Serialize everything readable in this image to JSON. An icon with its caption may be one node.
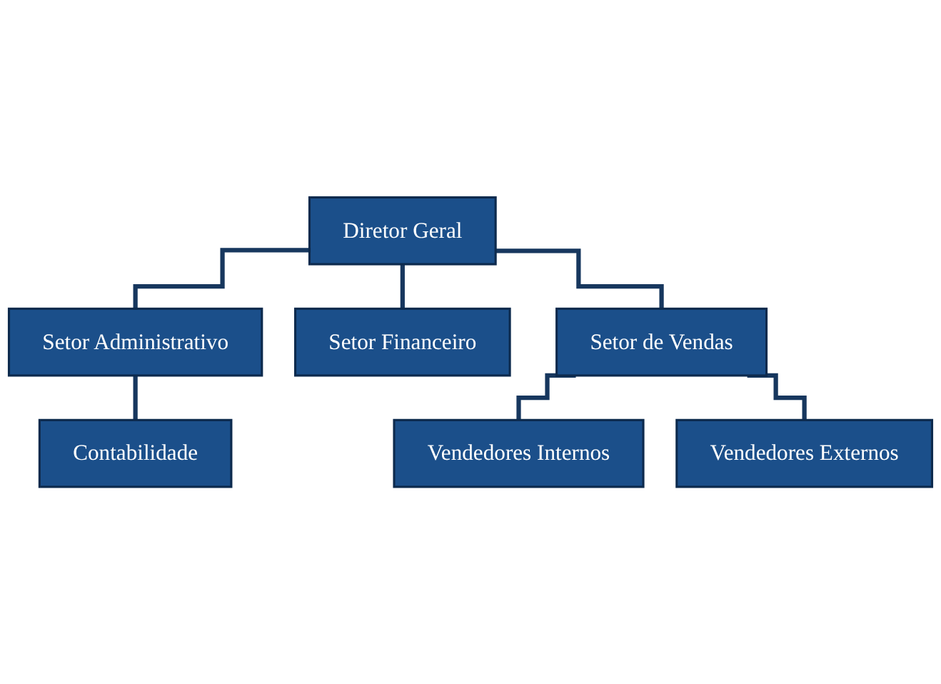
{
  "diagram": {
    "nodes": [
      {
        "text": [
          "Diretor Geral"
        ]
      },
      {
        "text": [
          "Setor Administrativo"
        ]
      },
      {
        "text": [
          "Setor Financeiro"
        ]
      },
      {
        "text": [
          "Setor de Vendas"
        ]
      },
      {
        "text": [
          "Contabilidade"
        ]
      },
      {
        "text": [
          "Vendedores Internos"
        ]
      },
      {
        "text": [
          "Vendedores Externos"
        ]
      }
    ],
    "edges": [
      {
        "from": 0,
        "to": 1,
        "arrow": "none"
      },
      {
        "from": 0,
        "to": 2,
        "arrow": "none"
      },
      {
        "from": 0,
        "to": 3,
        "arrow": "none"
      },
      {
        "from": 1,
        "to": 4,
        "arrow": "none"
      },
      {
        "from": 3,
        "to": 5,
        "arrow": "none"
      },
      {
        "from": 3,
        "to": 6,
        "arrow": "none"
      }
    ]
  }
}
